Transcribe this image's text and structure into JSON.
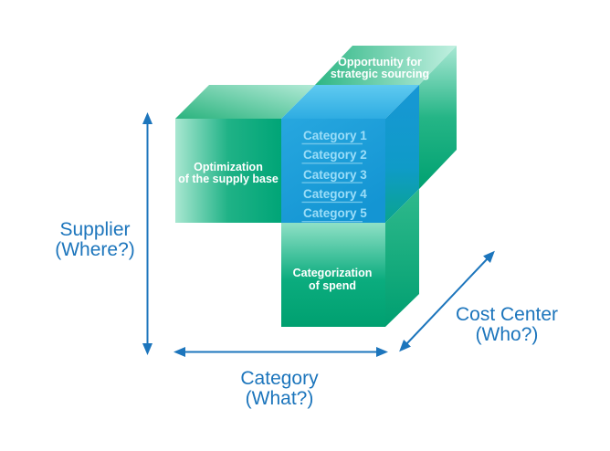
{
  "diagram": {
    "title_hint": "Spend cube diagram (Supplier x Category x Cost Center)",
    "axes": {
      "supplier": {
        "line1": "Supplier",
        "line2": "(Where?)"
      },
      "category": {
        "line1": "Category",
        "line2": "(What?)"
      },
      "cost_center": {
        "line1": "Cost Center",
        "line2": "(Who?)"
      }
    },
    "blocks": {
      "opportunity": {
        "line1": "Opportunity for",
        "line2": "strategic sourcing"
      },
      "optimization": {
        "line1": "Optimization",
        "line2": "of the supply base"
      },
      "categorization": {
        "line1": "Categorization",
        "line2": "of spend"
      },
      "categories": [
        "Category 1",
        "Category 2",
        "Category 3",
        "Category 4",
        "Category 5"
      ]
    },
    "colors": {
      "axis_blue": "#1C75BC",
      "cube_blue": "#1E9DD8",
      "cube_blue_top": "#45BCEA",
      "green": "#00A97D",
      "green_light": "#A9E7D1",
      "category_text": "#9BDDF8",
      "block_text": "#FFFFFF"
    }
  }
}
